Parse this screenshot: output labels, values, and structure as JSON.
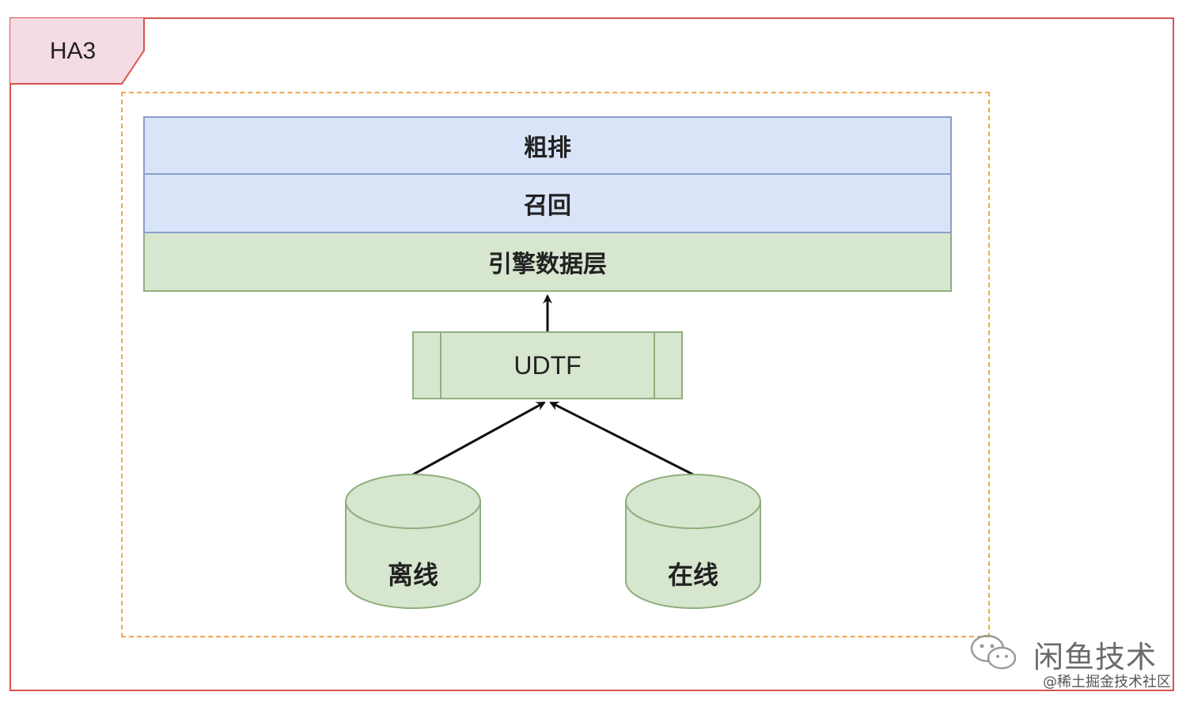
{
  "diagram": {
    "module_label": "HA3",
    "layers": [
      {
        "label": "粗排",
        "fill": "#dae4f8",
        "stroke": "#8a9fcf"
      },
      {
        "label": "召回",
        "fill": "#dae4f8",
        "stroke": "#8a9fcf"
      },
      {
        "label": "引擎数据层",
        "fill": "#d7e6cf",
        "stroke": "#8fae7e"
      }
    ],
    "transform": {
      "label": "UDTF"
    },
    "sources": [
      {
        "label": "离线"
      },
      {
        "label": "在线"
      }
    ],
    "colors": {
      "outer_frame": "#d9534f",
      "tab_fill": "#f5dbe3",
      "dashed_boundary": "#f0a850",
      "arrow": "#111111"
    }
  },
  "watermark": {
    "main": "闲鱼技术",
    "sub": "@稀土掘金技术社区",
    "icon": "wechat-icon"
  }
}
